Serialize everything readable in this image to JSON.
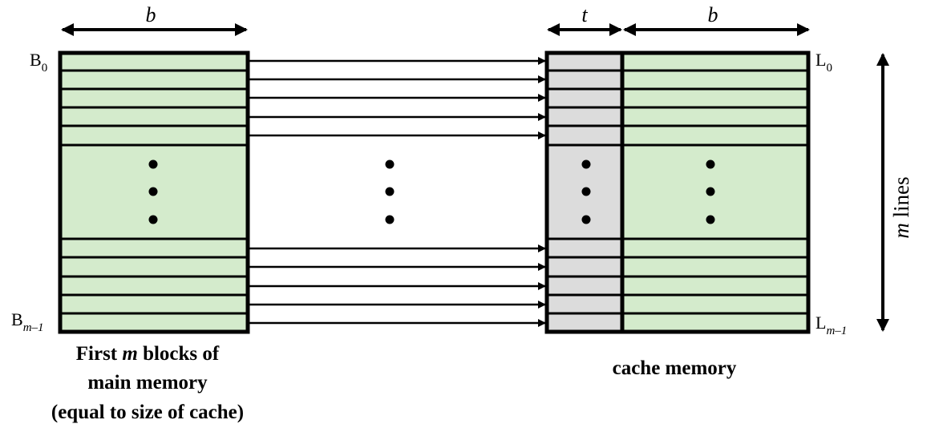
{
  "labels": {
    "width_b_left": "b",
    "width_t": "t",
    "width_b_right": "b",
    "block_first": {
      "base": "B",
      "sub": "0"
    },
    "block_last": {
      "base": "B",
      "sub": "m–1"
    },
    "line_first": {
      "base": "L",
      "sub": "0"
    },
    "line_last": {
      "base": "L",
      "sub": "m–1"
    },
    "m_lines": {
      "var": "m",
      "rest": " lines"
    },
    "main_caption": {
      "line1_pre": "First ",
      "line1_var": "m",
      "line1_post": " blocks of",
      "line2": "main memory",
      "line3": "(equal to size of cache)"
    },
    "cache_caption": "cache memory"
  },
  "colors": {
    "block_fill": "#d4ebcc",
    "tag_fill": "#dcdcdc",
    "stroke": "#000000"
  }
}
